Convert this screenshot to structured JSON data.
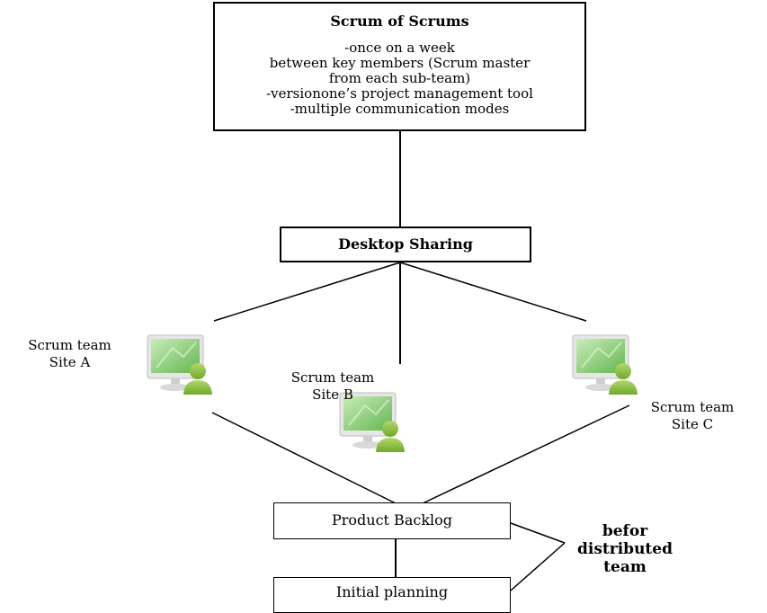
{
  "top_box": {
    "title": "Scrum of Scrums",
    "lines": [
      "-once on a week",
      "between key members (Scrum master",
      "from each sub-team)",
      "-versionone’s project management tool",
      "-multiple communication modes"
    ]
  },
  "middle_box": {
    "title": "Desktop Sharing"
  },
  "sites": [
    {
      "line1": "Scrum team",
      "line2": "Site A",
      "icon": "computer-user-icon"
    },
    {
      "line1": "Scrum team",
      "line2": "Site B",
      "icon": "computer-user-icon"
    },
    {
      "line1": "Scrum team",
      "line2": "Site C",
      "icon": "computer-user-icon"
    }
  ],
  "backlog_box": {
    "label": "Product Backlog"
  },
  "planning_box": {
    "label": "Initial planning"
  },
  "note": {
    "line1": "befor",
    "line2": "distributed",
    "line3": "team"
  },
  "colors": {
    "monitor_green": "#7cc66a",
    "user_green": "#8fc23f",
    "line": "#000000"
  }
}
